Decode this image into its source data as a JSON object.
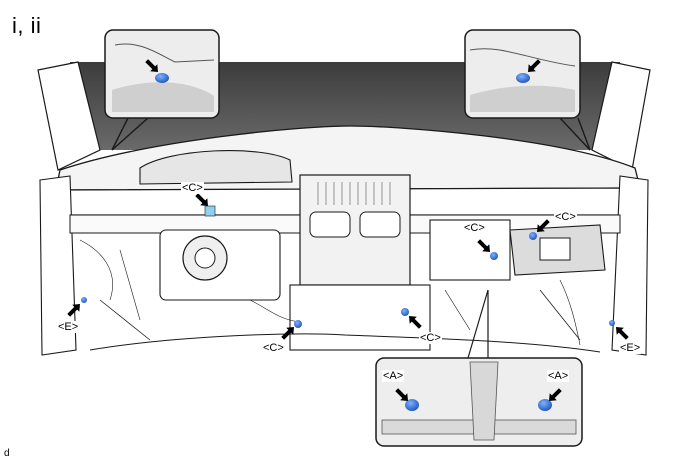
{
  "title": "i, ii",
  "footer_code": "d",
  "labels": {
    "c_upper_left": "<C>",
    "c_center": "<C>",
    "c_right": "<C>",
    "c_lower_left": "<C>",
    "c_lower_center": "<C>",
    "e_left": "<E>",
    "e_right": "<E>",
    "a_left": "<A>",
    "a_right": "<A>"
  },
  "colors": {
    "clip_blue": "#2a6fd6",
    "clip_light_blue": "#8fd0f0",
    "line": "#1a1a1a",
    "roof_dark": "#4a4a4a"
  }
}
